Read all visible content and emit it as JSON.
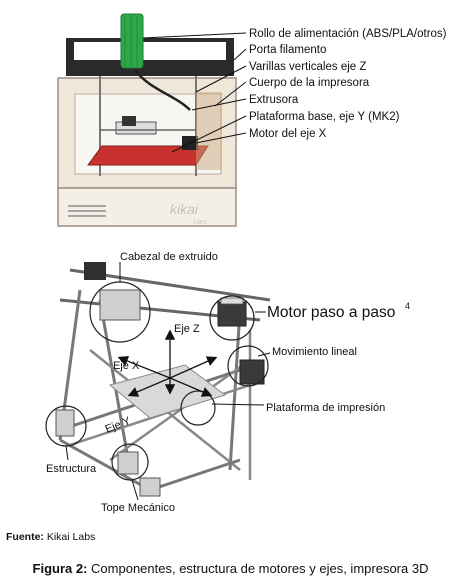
{
  "top_labels": [
    "Rollo de alimentación (ABS/PLA/otros)",
    "Porta filamento",
    "Varillas verticales eje Z",
    "Cuerpo de la impresora",
    "Extrusora",
    "Plataforma base, eje Y  (MK2)",
    "Motor del eje X"
  ],
  "printer_logo": "kikai",
  "printer_logo_sub": "LABS",
  "bottom_labels": {
    "extruder_head": "Cabezal de extruido",
    "stepper_motor": "Motor paso a paso",
    "stepper_sup": "4",
    "axis_z": "Eje Z",
    "axis_x": "Eje X",
    "axis_y": "Eje Y",
    "linear_motion": "Movimiento lineal",
    "print_platform": "Plataforma de impresión",
    "structure": "Estructura",
    "endstop": "Tope Mecánico"
  },
  "source": {
    "label": "Fuente:",
    "text": " Kikai Labs"
  },
  "caption": {
    "label": "Figura 2:",
    "text": " Componentes, estructura de motores y ejes, impresora 3D"
  },
  "colors": {
    "filament": "#2fa84a",
    "bed": "#c8312e",
    "frame": "#efe7da",
    "frame_edge": "#9b8f80",
    "dark": "#2a2a2a"
  }
}
